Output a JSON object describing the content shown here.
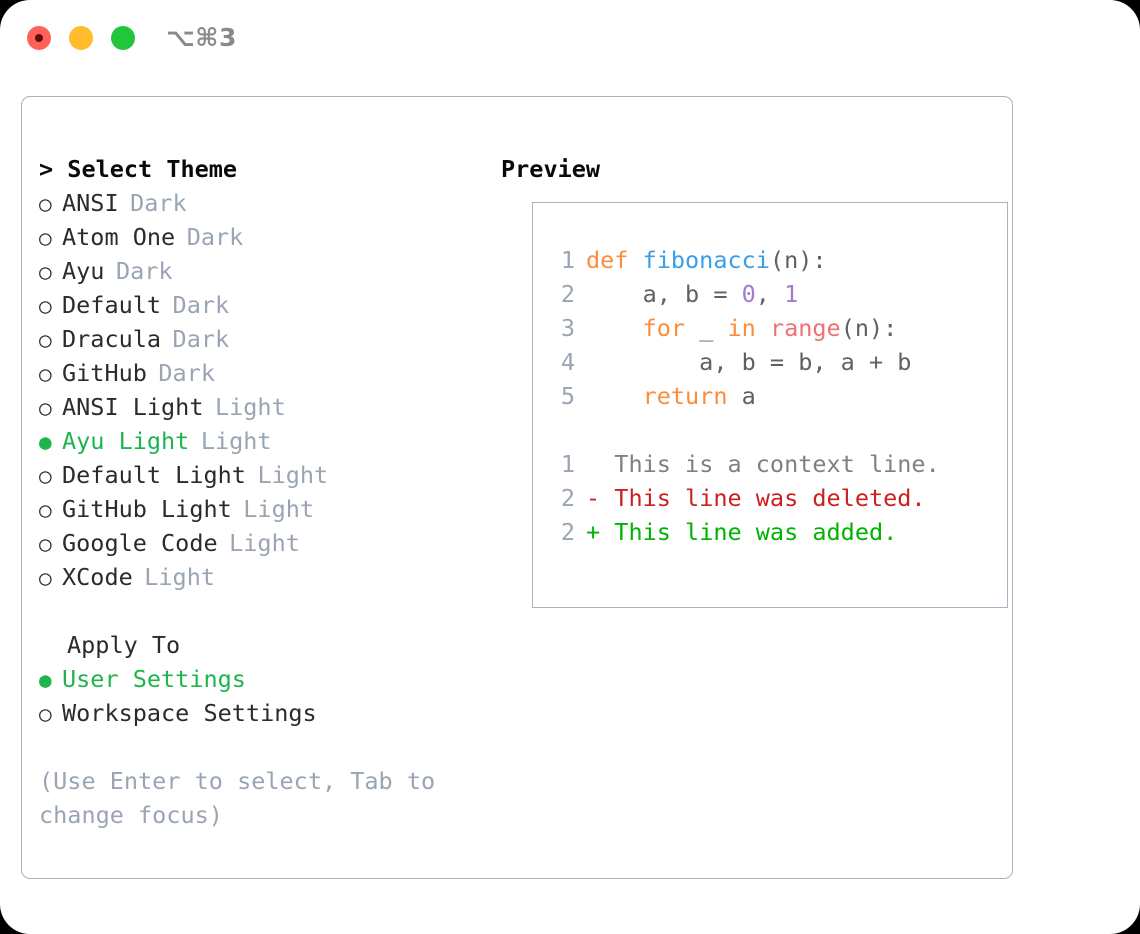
{
  "window": {
    "title": "⌥⌘3",
    "traffic_lights": [
      {
        "name": "close",
        "color": "#ff6158"
      },
      {
        "name": "minimize",
        "color": "#ffbd2e"
      },
      {
        "name": "maximize",
        "color": "#22c63c"
      }
    ]
  },
  "colors": {
    "selected_green": "#1fb54e",
    "badge_gray": "#9aa5b4",
    "border": "#a8b2c0",
    "code_keyword": "#fa8d3e",
    "code_function": "#399ee6",
    "code_number": "#a37acc",
    "code_call": "#f07171",
    "code_plain": "#5c6166",
    "diff_deleted": "#cc1f1f",
    "diff_added": "#00b300",
    "diff_context": "#7a8288"
  },
  "theme_panel": {
    "heading": "> Select Theme",
    "bullet_unselected": "○",
    "bullet_selected": "●",
    "items": [
      {
        "name": "ANSI",
        "kind": "Dark",
        "selected": false
      },
      {
        "name": "Atom One",
        "kind": "Dark",
        "selected": false
      },
      {
        "name": "Ayu",
        "kind": "Dark",
        "selected": false
      },
      {
        "name": "Default",
        "kind": "Dark",
        "selected": false
      },
      {
        "name": "Dracula",
        "kind": "Dark",
        "selected": false
      },
      {
        "name": "GitHub",
        "kind": "Dark",
        "selected": false
      },
      {
        "name": "ANSI Light",
        "kind": "Light",
        "selected": false
      },
      {
        "name": "Ayu Light",
        "kind": "Light",
        "selected": true
      },
      {
        "name": "Default Light",
        "kind": "Light",
        "selected": false
      },
      {
        "name": "GitHub Light",
        "kind": "Light",
        "selected": false
      },
      {
        "name": "Google Code",
        "kind": "Light",
        "selected": false
      },
      {
        "name": "XCode",
        "kind": "Light",
        "selected": false
      }
    ]
  },
  "apply_to": {
    "title": "Apply To",
    "options": [
      {
        "label": "User Settings",
        "selected": true
      },
      {
        "label": "Workspace Settings",
        "selected": false
      }
    ]
  },
  "hint": "(Use Enter to select, Tab to change focus)",
  "preview": {
    "heading": "Preview",
    "code_lines": [
      {
        "number": "1",
        "tokens": [
          {
            "text": "def ",
            "style": "kw"
          },
          {
            "text": "fibonacci",
            "style": "fn"
          },
          {
            "text": "(n):",
            "style": "punc"
          }
        ]
      },
      {
        "number": "2",
        "tokens": [
          {
            "text": "    a, b = ",
            "style": "plain"
          },
          {
            "text": "0",
            "style": "num"
          },
          {
            "text": ", ",
            "style": "plain"
          },
          {
            "text": "1",
            "style": "num"
          }
        ]
      },
      {
        "number": "3",
        "tokens": [
          {
            "text": "    ",
            "style": "plain"
          },
          {
            "text": "for",
            "style": "kw"
          },
          {
            "text": " _ ",
            "style": "plain"
          },
          {
            "text": "in",
            "style": "kw"
          },
          {
            "text": " ",
            "style": "plain"
          },
          {
            "text": "range",
            "style": "call"
          },
          {
            "text": "(n):",
            "style": "punc"
          }
        ]
      },
      {
        "number": "4",
        "tokens": [
          {
            "text": "        a, b = b, a + b",
            "style": "plain"
          }
        ]
      },
      {
        "number": "5",
        "tokens": [
          {
            "text": "    ",
            "style": "plain"
          },
          {
            "text": "return",
            "style": "kw"
          },
          {
            "text": " a",
            "style": "plain"
          }
        ]
      }
    ],
    "diff_lines": [
      {
        "number": "1",
        "marker": " ",
        "text": " This is a context line.",
        "style": "ctx"
      },
      {
        "number": "2",
        "marker": "-",
        "text": " This line was deleted.",
        "style": "del"
      },
      {
        "number": "2",
        "marker": "+",
        "text": " This line was added.",
        "style": "add"
      }
    ]
  }
}
